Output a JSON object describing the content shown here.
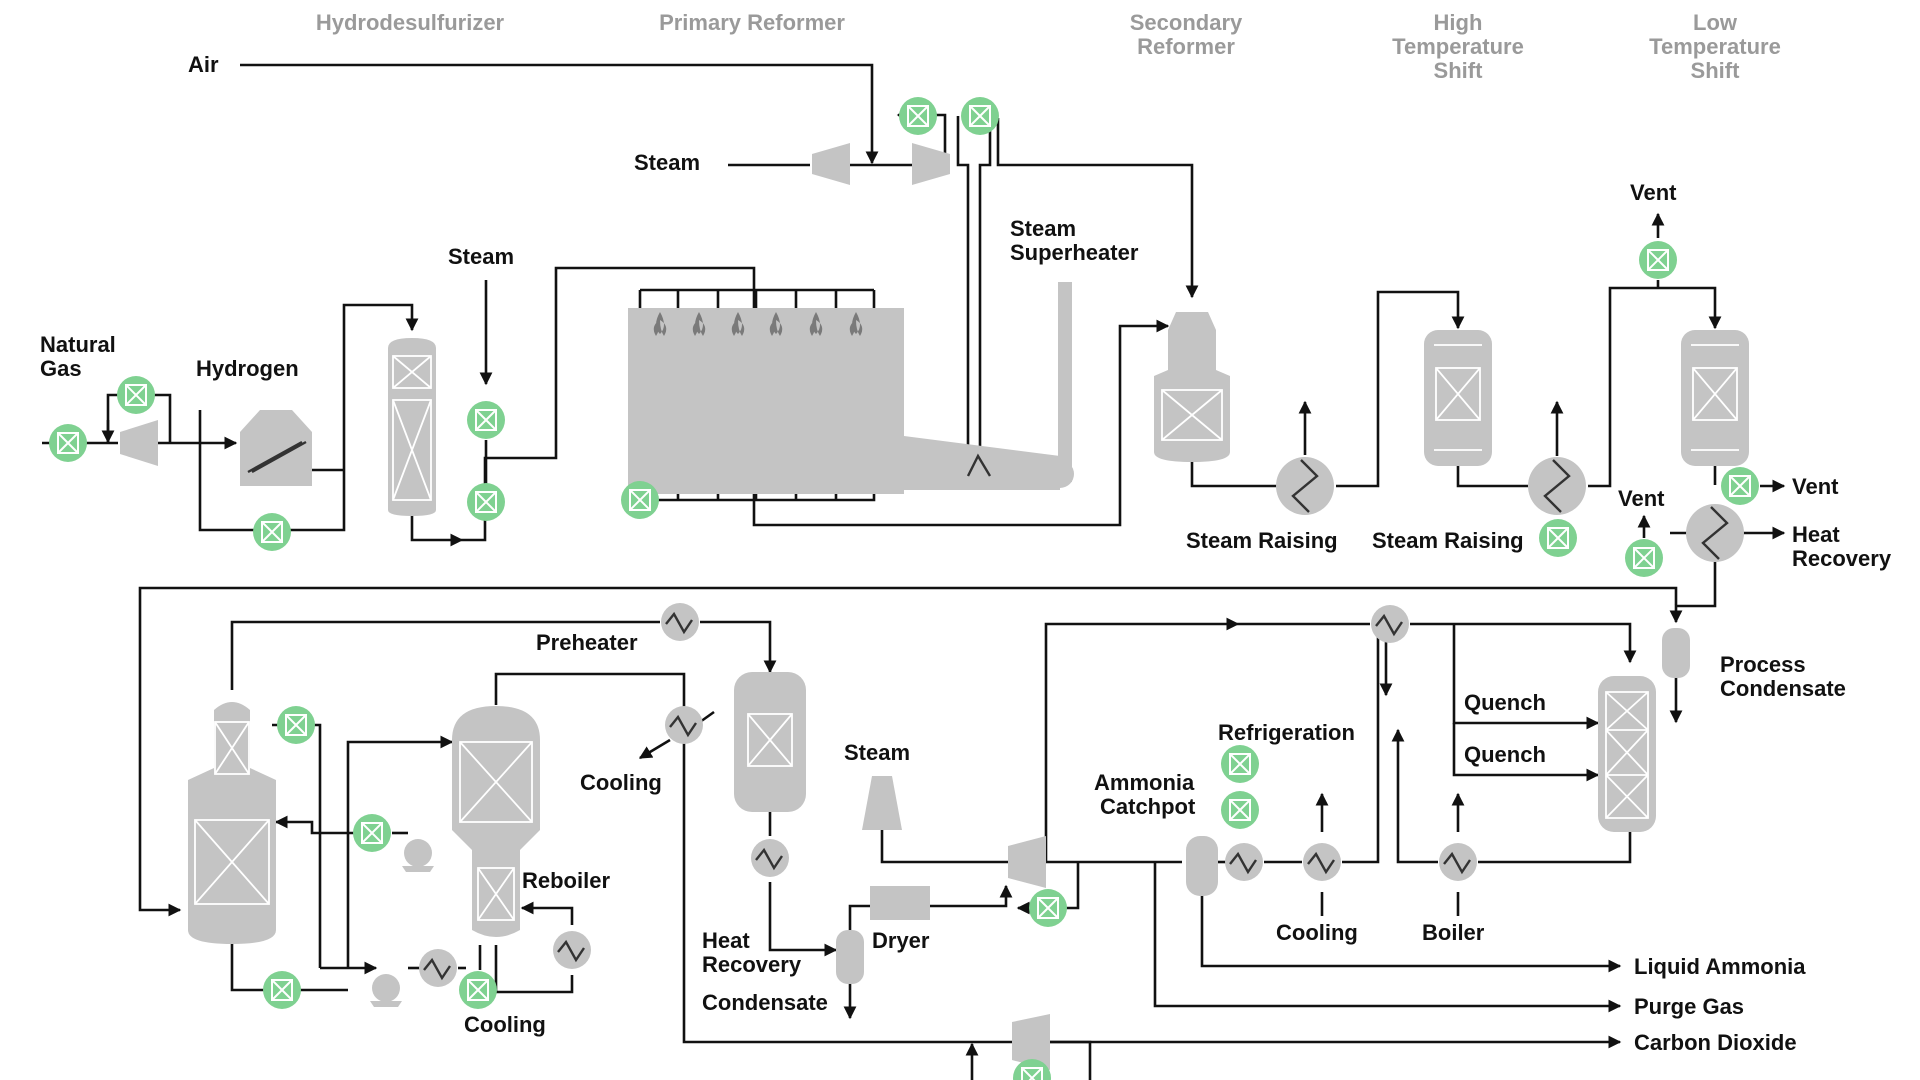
{
  "diagram": {
    "sections": {
      "hydrodesulfurizer": "Hydrodesulfurizer",
      "primary_reformer": "Primary Reformer",
      "secondary_reformer": [
        "Secondary",
        "Reformer"
      ],
      "high_temp_shift": [
        "High",
        "Temperature",
        "Shift"
      ],
      "low_temp_shift": [
        "Low",
        "Temperature",
        "Shift"
      ]
    },
    "labels": {
      "air": "Air",
      "steam_top": "Steam",
      "steam_hds": "Steam",
      "natural_gas": [
        "Natural",
        "Gas"
      ],
      "hydrogen": "Hydrogen",
      "steam_superheater": [
        "Steam",
        "Superheater"
      ],
      "vent_top": "Vent",
      "vent_right": "Vent",
      "vent_mid": "Vent",
      "heat_recovery_right": [
        "Heat",
        "Recovery"
      ],
      "steam_raising_1": "Steam Raising",
      "steam_raising_2": "Steam Raising",
      "process_condensate": [
        "Process",
        "Condensate"
      ],
      "preheater": "Preheater",
      "cooling_1": "Cooling",
      "reboiler": "Reboiler",
      "cooling_2": "Cooling",
      "steam_low": "Steam",
      "heat_recovery_low": [
        "Heat",
        "Recovery"
      ],
      "dryer": "Dryer",
      "condensate": "Condensate",
      "refrigeration": "Refrigeration",
      "ammonia_catchpot": [
        "Ammonia",
        "Catchpot"
      ],
      "quench_1": "Quench",
      "quench_2": "Quench",
      "cooling_3": "Cooling",
      "boiler": "Boiler"
    },
    "outputs": {
      "liquid_ammonia": "Liquid Ammonia",
      "purge_gas": "Purge Gas",
      "carbon_dioxide": "Carbon Dioxide"
    },
    "colors": {
      "valve": "#7fd191",
      "equipment": "#c4c4c4",
      "pipe": "#111111",
      "section_heading": "#9a9a9a"
    }
  }
}
